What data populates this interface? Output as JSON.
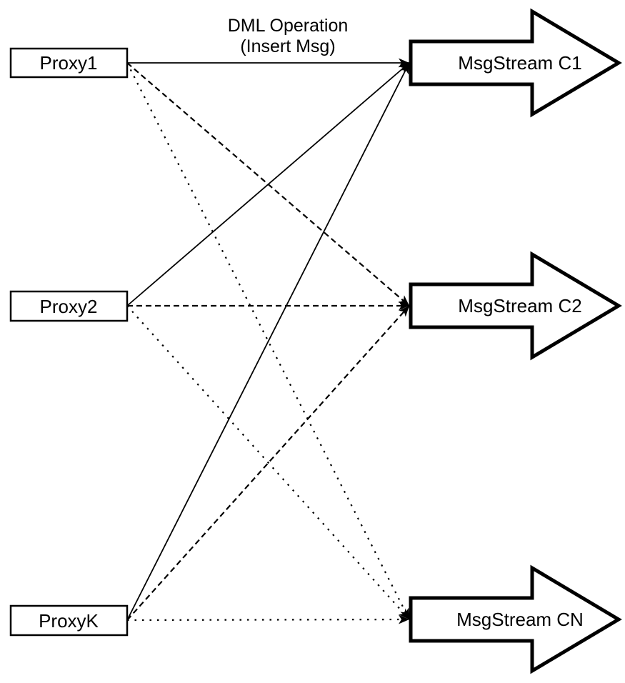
{
  "diagram": {
    "title": {
      "line1": "DML Operation",
      "line2": "(Insert Msg)"
    }
  },
  "proxies": [
    {
      "id": "proxy1",
      "label": "Proxy1"
    },
    {
      "id": "proxy2",
      "label": "Proxy2"
    },
    {
      "id": "proxyK",
      "label": "ProxyK"
    }
  ],
  "streams": [
    {
      "id": "c1",
      "label": "MsgStream C1"
    },
    {
      "id": "c2",
      "label": "MsgStream C2"
    },
    {
      "id": "cn",
      "label": "MsgStream CN"
    }
  ],
  "edges": [
    {
      "from": "proxy1",
      "to": "c1",
      "style": "solid"
    },
    {
      "from": "proxy2",
      "to": "c1",
      "style": "solid"
    },
    {
      "from": "proxyK",
      "to": "c1",
      "style": "solid"
    },
    {
      "from": "proxy1",
      "to": "c2",
      "style": "dashed"
    },
    {
      "from": "proxy2",
      "to": "c2",
      "style": "dashed"
    },
    {
      "from": "proxyK",
      "to": "c2",
      "style": "dashed"
    },
    {
      "from": "proxy1",
      "to": "cn",
      "style": "dotted"
    },
    {
      "from": "proxy2",
      "to": "cn",
      "style": "dotted"
    },
    {
      "from": "proxyK",
      "to": "cn",
      "style": "dotted"
    }
  ],
  "colors": {
    "stroke": "#000000",
    "fill": "#ffffff",
    "background": "#ffffff"
  }
}
